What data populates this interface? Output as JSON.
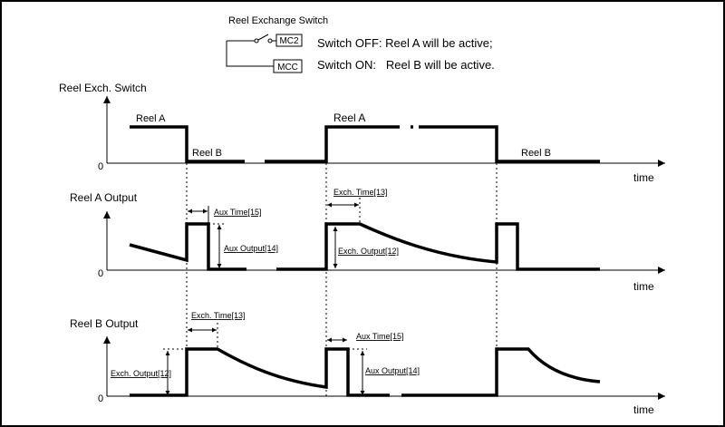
{
  "colors": {
    "line": "#000000",
    "background": "#ffffff"
  },
  "switch_legend": {
    "title": "Reel Exchange Switch",
    "contact_mc2": "MC2",
    "contact_mcc": "MCC",
    "off_text": "Switch OFF: Reel A will be active;",
    "on_text": "Switch ON:   Reel B will be active."
  },
  "panels": [
    {
      "title": "Reel Exch. Switch",
      "zero": "0",
      "axis_label": "time",
      "labels": [
        "Reel A",
        "Reel B",
        "Reel A",
        "Reel B"
      ]
    },
    {
      "title": "Reel A Output",
      "zero": "0",
      "axis_label": "time",
      "annotations": {
        "aux_time": "Aux Time[15]",
        "aux_output": "Aux Output[14]",
        "exch_time": "Exch. Time[13]",
        "exch_output": "Exch. Output[12]"
      }
    },
    {
      "title": "Reel B Output",
      "zero": "0",
      "axis_label": "time",
      "annotations": {
        "exch_time": "Exch. Time[13]",
        "exch_output": "Exch. Output[12]",
        "aux_time": "Aux Time[15]",
        "aux_output": "Aux Output[14]"
      }
    }
  ]
}
